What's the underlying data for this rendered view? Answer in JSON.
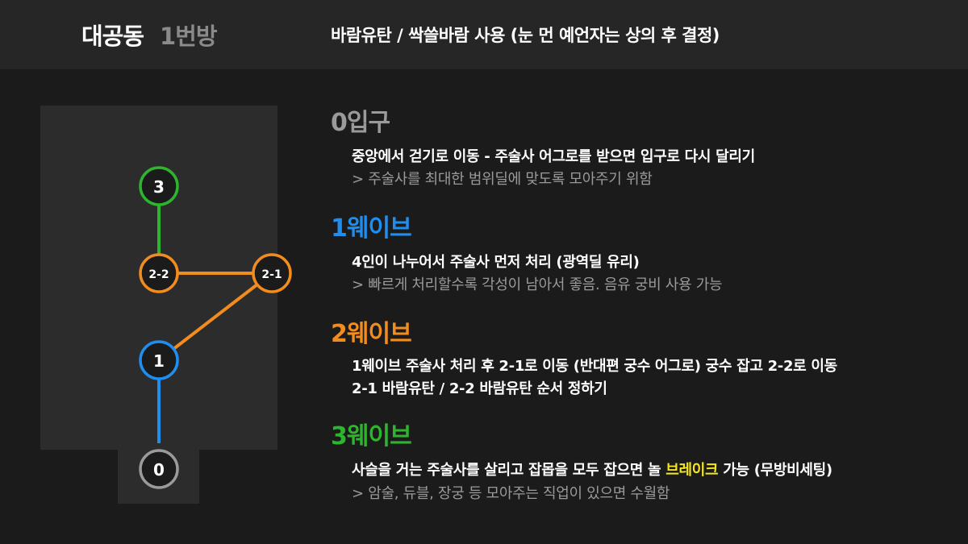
{
  "header": {
    "title_main": "대공동",
    "title_sub": "1번방",
    "description": "바람유탄 / 싹쓸바람 사용 (눈 먼 예언자는 상의 후 결정)"
  },
  "map": {
    "nodes": [
      {
        "label": "3",
        "color": "#2db52d"
      },
      {
        "label": "2-2",
        "color": "#f28c1e"
      },
      {
        "label": "2-1",
        "color": "#f28c1e"
      },
      {
        "label": "1",
        "color": "#1e8ef0"
      },
      {
        "label": "0",
        "color": "#9a9a9a"
      }
    ],
    "edge_colors": {
      "green": "#2db52d",
      "orange": "#f28c1e",
      "blue": "#1e8ef0"
    }
  },
  "sections": {
    "entrance": {
      "title": "0입구",
      "color": "#9a9a9a",
      "main": "중앙에서 걷기로 이동 - 주술사 어그로를 받으면 입구로 다시 달리기",
      "sub": "> 주술사를 최대한 범위딜에 맞도록 모아주기 위함"
    },
    "wave1": {
      "title": "1웨이브",
      "color": "#1e8ef0",
      "main": "4인이 나누어서 주술사 먼저 처리 (광역딜 유리)",
      "sub": "> 빠르게 처리할수록 각성이 남아서 좋음. 음유 궁비 사용 가능"
    },
    "wave2": {
      "title": "2웨이브",
      "color": "#f28c1e",
      "main1": "1웨이브 주술사 처리 후 2-1로 이동 (반대편 궁수 어그로) 궁수 잡고 2-2로 이동",
      "main2": "2-1 바람유탄 / 2-2 바람유탄 순서 정하기"
    },
    "wave3": {
      "title": "3웨이브",
      "color": "#2db52d",
      "main_before": "사슬을 거는 주술사를 살리고 잡몹을 모두 잡으면 놀 ",
      "main_highlight": "브레이크",
      "main_after": " 가능 (무방비세팅)",
      "highlight_color": "#f5e51e",
      "sub": "> 암술, 듀블, 장궁 등 모아주는 직업이 있으면 수월함"
    }
  }
}
